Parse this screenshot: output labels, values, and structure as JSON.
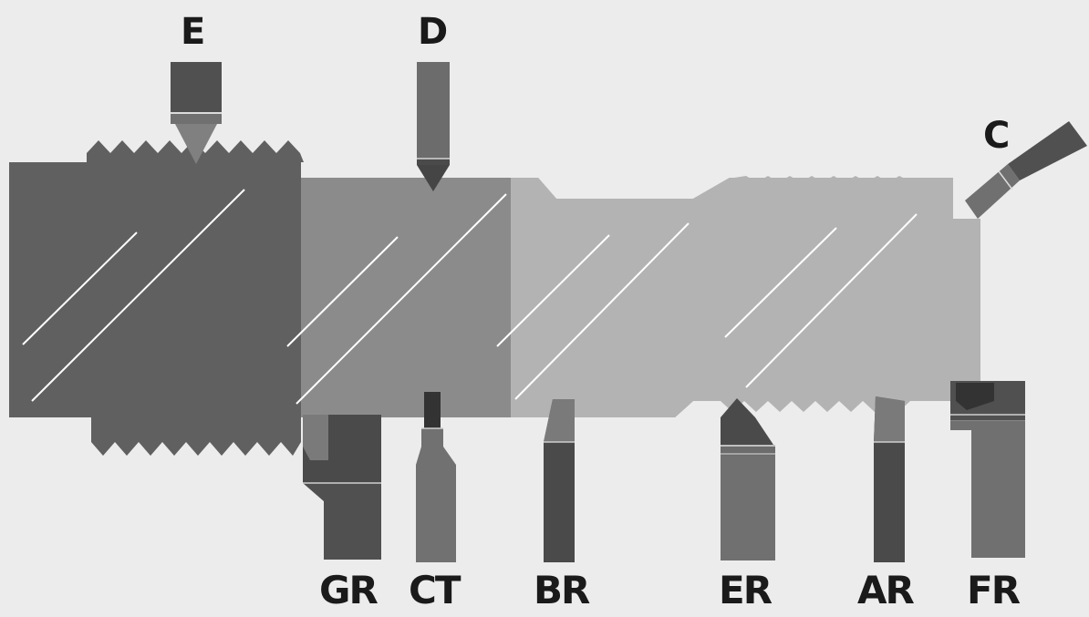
{
  "labels": {
    "E": "E",
    "D": "D",
    "C": "C",
    "GR": "GR",
    "CT": "CT",
    "BR": "BR",
    "ER": "ER",
    "AR": "AR",
    "FR": "FR"
  },
  "colors": {
    "background": "#ececec",
    "workpiece_dark": "#5e5e5e",
    "workpiece_mid": "#8a8a8a",
    "workpiece_light": "#b4b4b4",
    "tool_dark": "#4a4a4a",
    "tool_mid": "#6e6e6e",
    "stripe": "#ffffff"
  }
}
